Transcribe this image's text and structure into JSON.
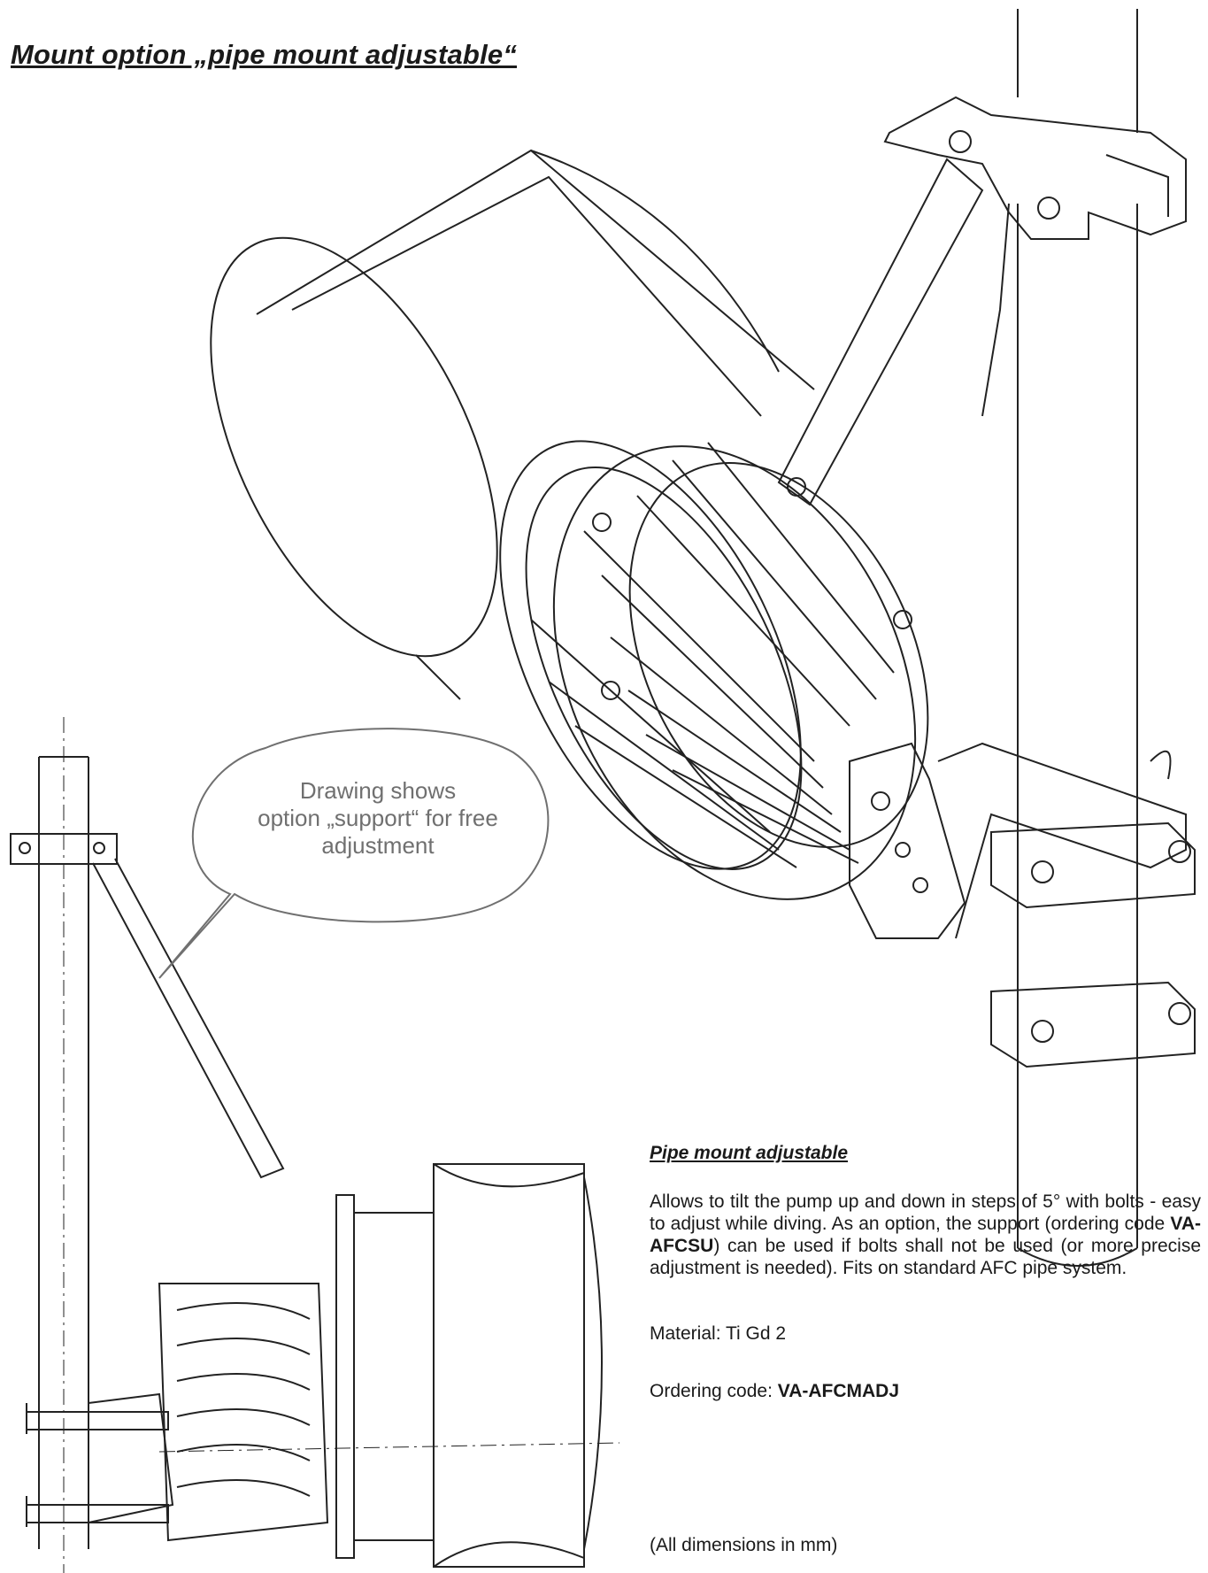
{
  "title": "Mount option „pipe mount adjustable“",
  "callout": {
    "lines": [
      "Drawing shows",
      "option „support“ for free",
      "adjustment"
    ]
  },
  "description": {
    "heading": "Pipe mount adjustable",
    "text_part1": "Allows to tilt the pump up and down in steps of 5° with bolts - easy to adjust while diving. As an option, the support (ordering code ",
    "support_code": "VA-AFCSU",
    "text_part2": ") can be used if bolts shall not be used (or more precise adjustment is needed). Fits on standard AFC pipe system."
  },
  "material": "Material: Ti Gd 2",
  "ordering": {
    "label": "Ordering code: ",
    "code": "VA-AFCMADJ"
  },
  "dimensions_note": "(All dimensions in mm)"
}
